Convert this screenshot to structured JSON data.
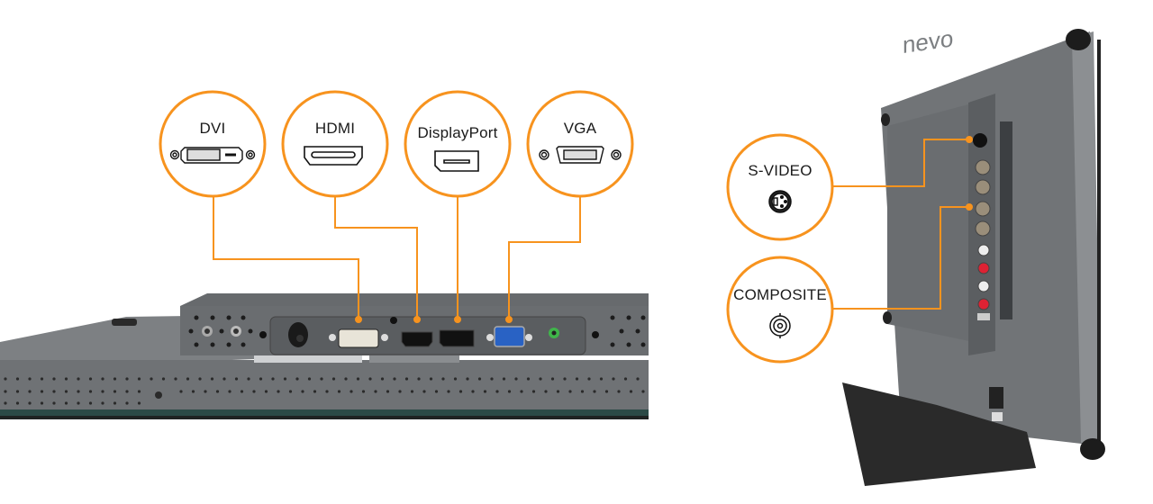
{
  "accent_color": "#F7931E",
  "ports_left": [
    {
      "label": "DVI",
      "icon": "dvi-port-icon"
    },
    {
      "label": "HDMI",
      "icon": "hdmi-port-icon"
    },
    {
      "label": "DisplayPort",
      "icon": "displayport-port-icon"
    },
    {
      "label": "VGA",
      "icon": "vga-port-icon"
    }
  ],
  "ports_right": [
    {
      "label": "S-VIDEO",
      "icon": "s-video-port-icon"
    },
    {
      "label": "COMPOSITE",
      "icon": "bnc-composite-port-icon"
    }
  ],
  "monitor_brand_emboss": "nevo"
}
